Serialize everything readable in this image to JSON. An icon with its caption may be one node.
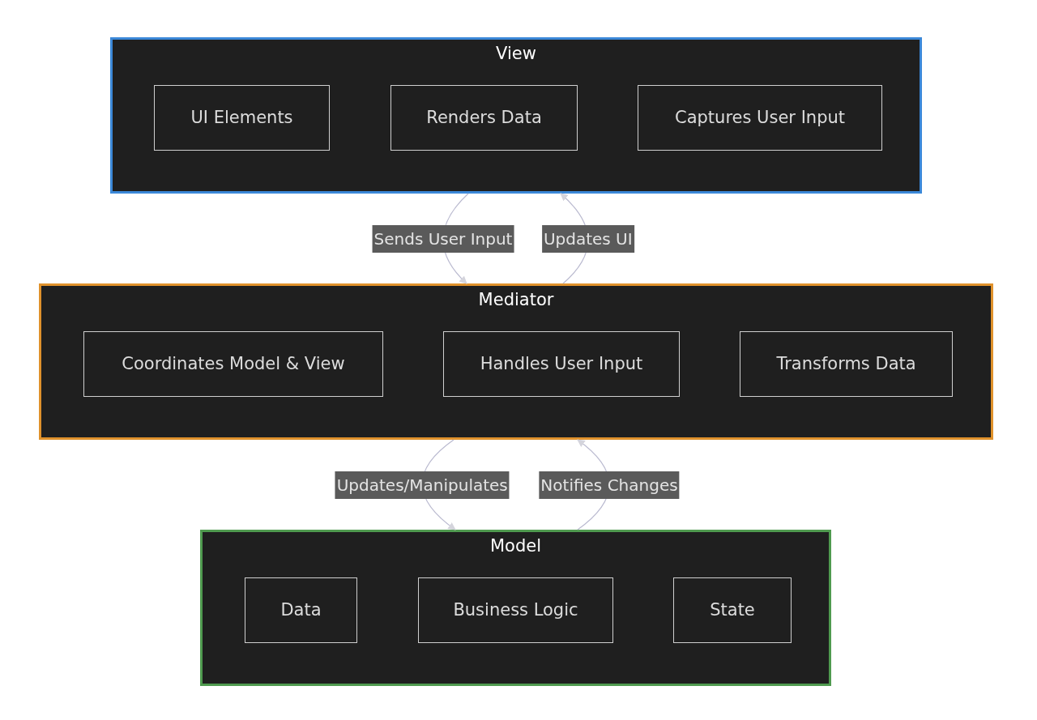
{
  "diagram": {
    "nodes": [
      {
        "text": [
          "View"
        ]
      },
      {
        "text": [
          "UI Elements"
        ],
        "in": 0
      },
      {
        "text": [
          "Renders Data"
        ],
        "in": 0
      },
      {
        "text": [
          "Captures User Input"
        ],
        "in": 0
      },
      {
        "text": [
          "Mediator"
        ]
      },
      {
        "text": [
          "Coordinates Model & View"
        ],
        "in": 4
      },
      {
        "text": [
          "Handles User Input"
        ],
        "in": 4
      },
      {
        "text": [
          "Transforms Data"
        ],
        "in": 4
      },
      {
        "text": [
          "Model"
        ]
      },
      {
        "text": [
          "Data"
        ],
        "in": 8
      },
      {
        "text": [
          "Business Logic"
        ],
        "in": 8
      },
      {
        "text": [
          "State"
        ],
        "in": 8
      }
    ],
    "edges": [
      {
        "from": 0,
        "to": 4,
        "arrow": "to",
        "label": "Sends User Input"
      },
      {
        "from": 4,
        "to": 0,
        "arrow": "to",
        "label": "Updates UI"
      },
      {
        "from": 4,
        "to": 8,
        "arrow": "to",
        "label": "Updates/Manipulates"
      },
      {
        "from": 8,
        "to": 4,
        "arrow": "to",
        "label": "Notifies Changes"
      }
    ]
  }
}
